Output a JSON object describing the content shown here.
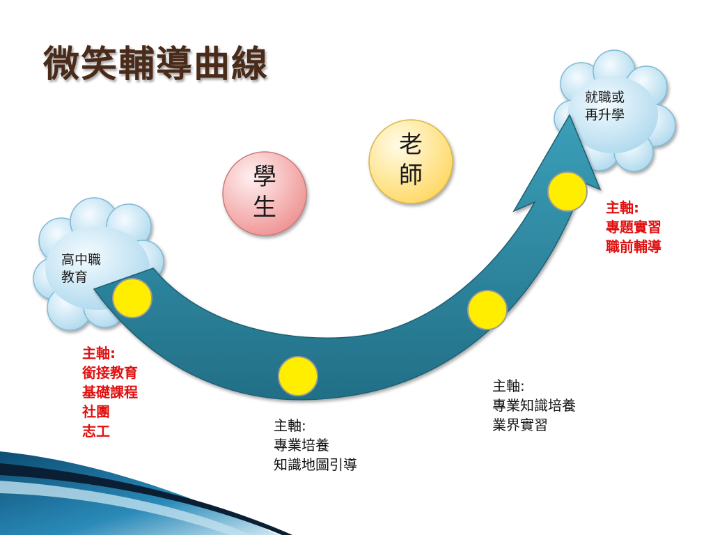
{
  "slide": {
    "title": "微笑輔導曲線"
  },
  "colors": {
    "arrow": "#2e8ea6",
    "dot": "#ffee00",
    "cloud": "#c7e6f4",
    "student_circle": "#f2a0a0",
    "teacher_circle": "#ffe48a",
    "highlight_text": "#e01010"
  },
  "clouds": {
    "start": {
      "line1": "高中職",
      "line2": "教育"
    },
    "end": {
      "line1": "就職或",
      "line2": "再升學"
    }
  },
  "roles": {
    "student": {
      "line1": "學",
      "line2": "生"
    },
    "teacher": {
      "line1": "老",
      "line2": "師"
    }
  },
  "stages": [
    {
      "heading": "主軸:",
      "items": [
        "銜接教育",
        "基礎課程",
        "社團",
        "志工"
      ],
      "highlight": true
    },
    {
      "heading": "主軸:",
      "items": [
        "專業培養",
        "知識地圖引導"
      ],
      "highlight": false
    },
    {
      "heading": "主軸:",
      "items": [
        "專業知識培養",
        "業界實習"
      ],
      "highlight": false
    },
    {
      "heading": "主軸:",
      "items": [
        "專題實習",
        "職前輔導"
      ],
      "highlight": true
    }
  ]
}
